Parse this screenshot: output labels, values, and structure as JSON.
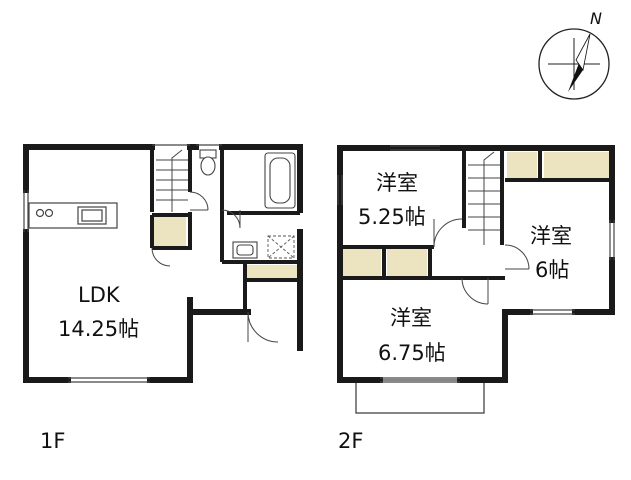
{
  "floors": [
    {
      "label": "1F",
      "rooms": [
        {
          "name": "LDK",
          "size": "14.25帖"
        }
      ]
    },
    {
      "label": "2F",
      "rooms": [
        {
          "name": "洋室",
          "size": "5.25帖"
        },
        {
          "name": "洋室",
          "size": "6帖"
        },
        {
          "name": "洋室",
          "size": "6.75帖"
        }
      ]
    }
  ],
  "compass": {
    "north_label": "N"
  },
  "colors": {
    "wall": "#1a1a1a",
    "storage": "#ece3c0",
    "line": "#444444"
  }
}
